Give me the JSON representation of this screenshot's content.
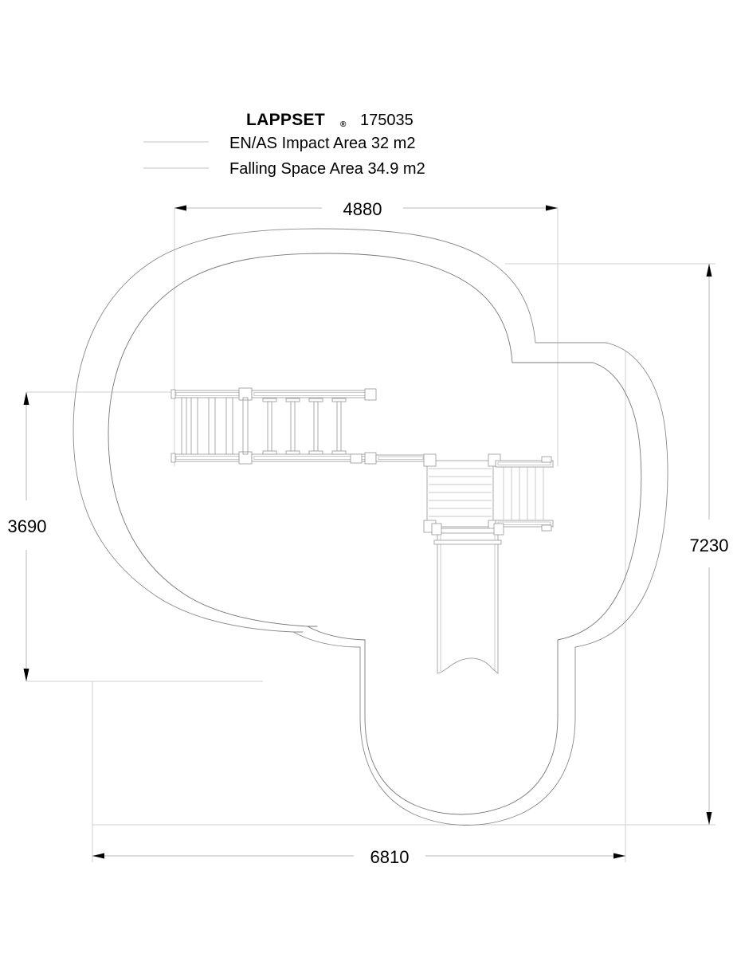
{
  "drawing": {
    "title_block": {
      "brand": "LAPPSET",
      "registered_mark": "®",
      "product_code": "175035"
    },
    "legend": [
      {
        "id": "impact-area",
        "label": "EN/AS Impact Area 32 m2",
        "swatch": "line-gray"
      },
      {
        "id": "falling-space-area",
        "label": "Falling Space Area 34.9 m2",
        "swatch": "line-gray"
      }
    ],
    "dimensions": {
      "top": {
        "name": "overall-width-inner",
        "value": "4880",
        "unit": "mm",
        "orientation": "horizontal"
      },
      "left": {
        "name": "inner-height",
        "value": "3690",
        "unit": "mm",
        "orientation": "vertical"
      },
      "right": {
        "name": "overall-height",
        "value": "7230",
        "unit": "mm",
        "orientation": "vertical"
      },
      "bottom": {
        "name": "overall-width",
        "value": "6810",
        "unit": "mm",
        "orientation": "horizontal"
      }
    },
    "areas": {
      "impact_area_value": "32 m2",
      "falling_space_value": "34.9 m2"
    },
    "colors": {
      "outline": "#8a8a8a",
      "dimension": "#b8b8b8",
      "extension": "#d0d0d0",
      "text": "#000000",
      "background": "#ffffff",
      "legend_swatch": "#d6d6d6"
    },
    "equipment": {
      "components": [
        {
          "name": "ladder-section",
          "type": "ladder",
          "rungs": 4
        },
        {
          "name": "bridge-section",
          "type": "bridge",
          "posts": 4
        },
        {
          "name": "connector-beam",
          "type": "beam"
        },
        {
          "name": "tower-deck",
          "type": "platform",
          "slats": 7
        },
        {
          "name": "tower-railing",
          "type": "railing",
          "bars": 6
        },
        {
          "name": "slide",
          "type": "slide"
        }
      ]
    }
  }
}
